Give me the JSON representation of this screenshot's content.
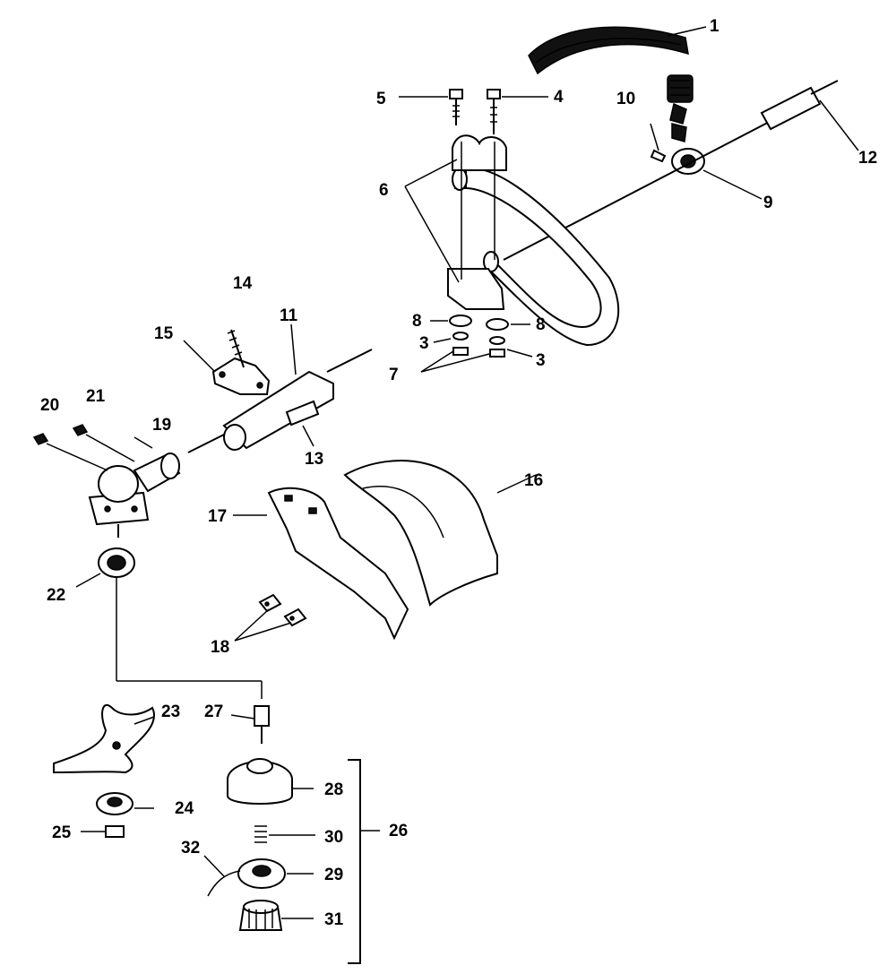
{
  "diagram": {
    "callouts": [
      {
        "id": "c1",
        "text": "1"
      },
      {
        "id": "c3a",
        "text": "3"
      },
      {
        "id": "c3b",
        "text": "3"
      },
      {
        "id": "c4",
        "text": "4"
      },
      {
        "id": "c5",
        "text": "5"
      },
      {
        "id": "c6",
        "text": "6"
      },
      {
        "id": "c7",
        "text": "7"
      },
      {
        "id": "c8a",
        "text": "8"
      },
      {
        "id": "c8b",
        "text": "8"
      },
      {
        "id": "c9",
        "text": "9"
      },
      {
        "id": "c10",
        "text": "10"
      },
      {
        "id": "c11",
        "text": "11"
      },
      {
        "id": "c12",
        "text": "12"
      },
      {
        "id": "c13",
        "text": "13"
      },
      {
        "id": "c14",
        "text": "14"
      },
      {
        "id": "c15",
        "text": "15"
      },
      {
        "id": "c16",
        "text": "16"
      },
      {
        "id": "c17",
        "text": "17"
      },
      {
        "id": "c18",
        "text": "18"
      },
      {
        "id": "c19",
        "text": "19"
      },
      {
        "id": "c20",
        "text": "20"
      },
      {
        "id": "c21",
        "text": "21"
      },
      {
        "id": "c22",
        "text": "22"
      },
      {
        "id": "c23",
        "text": "23"
      },
      {
        "id": "c24",
        "text": "24"
      },
      {
        "id": "c25",
        "text": "25"
      },
      {
        "id": "c26",
        "text": "26"
      },
      {
        "id": "c27",
        "text": "27"
      },
      {
        "id": "c28",
        "text": "28"
      },
      {
        "id": "c29",
        "text": "29"
      },
      {
        "id": "c30",
        "text": "30"
      },
      {
        "id": "c31",
        "text": "31"
      },
      {
        "id": "c32",
        "text": "32"
      }
    ]
  }
}
